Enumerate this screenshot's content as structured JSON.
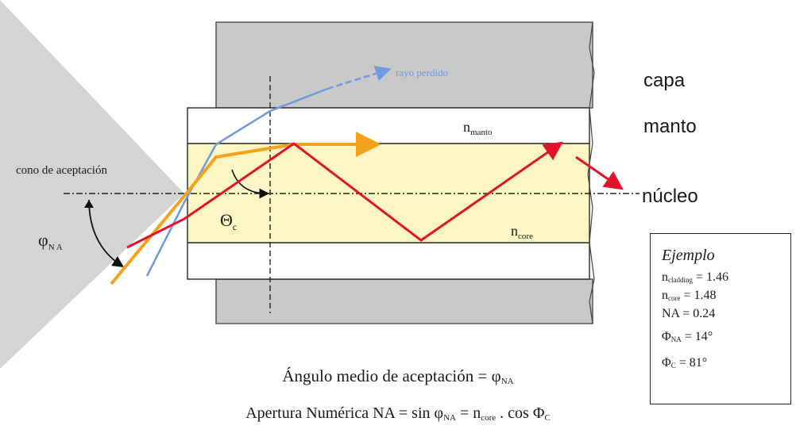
{
  "layers": {
    "capa": "capa",
    "manto": "manto",
    "nucleo": "núcleo"
  },
  "labels": {
    "cono": "cono de aceptación",
    "rayo_perdido": "rayo perdido",
    "n_manto_base": "n",
    "n_manto_sub": "manto",
    "n_core_base": "n",
    "n_core_sub": "core",
    "theta_c_base": "Θ",
    "theta_c_sub": "c",
    "phi_na_base": "φ",
    "phi_na_sub": "N A"
  },
  "example": {
    "title": "Ejemplo",
    "n_clad_base": "n",
    "n_clad_sub": "cladding",
    "n_clad_val": " = 1.46",
    "n_core_base": "n",
    "n_core_sub": "core",
    "n_core_val": " = 1.48",
    "na_line": "NA = 0.24",
    "phi_na_base": "Φ",
    "phi_na_sub": "NA",
    "phi_na_val": " = 14°",
    "phi_c_base": "Φ",
    "phi_c_sub": "C",
    "phi_c_val": " = 81°"
  },
  "captions": {
    "line1_text": "Ángulo medio de aceptación = ",
    "line1_sym": "φ",
    "line1_sub": "NA",
    "line2_text": "Apertura Numérica NA = sin ",
    "line2_sym1": "φ",
    "line2_sub1": "NA",
    "line2_mid": " = n",
    "line2_sub2": "core",
    "line2_tail": " . cos ",
    "line2_sym2": "Φ",
    "line2_sub3": "C"
  },
  "colors": {
    "cladding": "#c9c9c9",
    "core": "#fbf6c3",
    "cone": "#d4d4d4",
    "ray_red": "#e2122a",
    "ray_orange": "#f5a21b",
    "ray_blue": "#6f9be0"
  }
}
